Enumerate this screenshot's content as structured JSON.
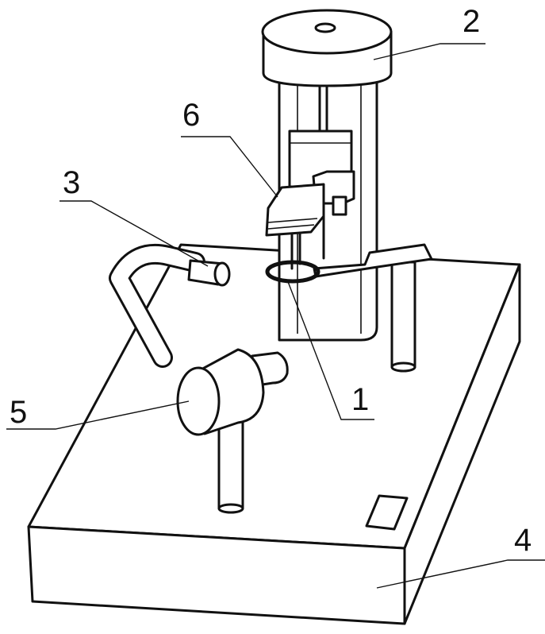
{
  "figure": {
    "callouts": [
      {
        "id": "c1",
        "label": "1"
      },
      {
        "id": "c2",
        "label": "2"
      },
      {
        "id": "c3",
        "label": "3"
      },
      {
        "id": "c4",
        "label": "4"
      },
      {
        "id": "c5",
        "label": "5"
      },
      {
        "id": "c6",
        "label": "6"
      }
    ]
  }
}
